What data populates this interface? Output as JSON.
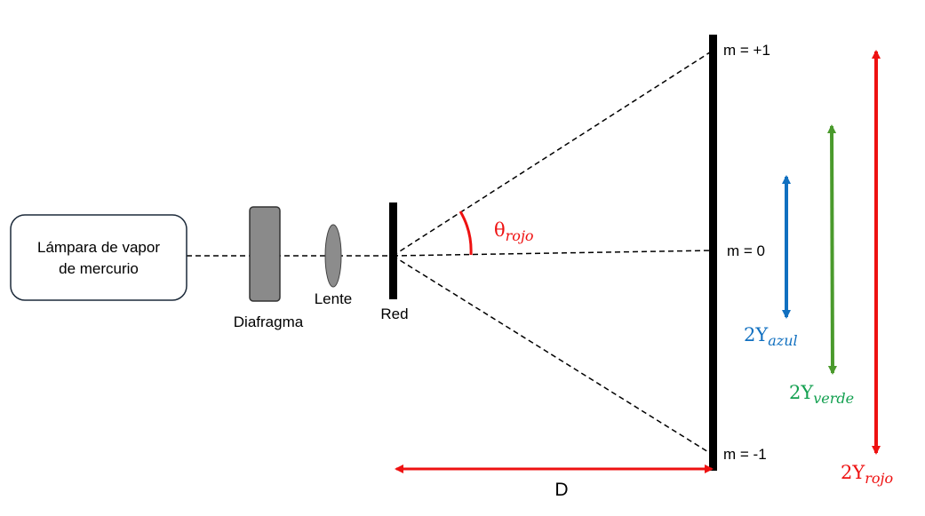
{
  "components": {
    "lamp_line1": "Lámpara de vapor",
    "lamp_line2": "de mercurio",
    "diaphragm": "Diafragma",
    "lens": "Lente",
    "grating": "Red"
  },
  "orders": {
    "plus_one": "m = +1",
    "zero": "m = 0",
    "minus_one": "m = -1"
  },
  "angle": {
    "symbol": "θ",
    "subscript": "rojo"
  },
  "distance": {
    "label": "D"
  },
  "separations": {
    "blue": {
      "prefix": "2Y",
      "subscript": "azul"
    },
    "green": {
      "prefix": "2Y",
      "subscript": "verde"
    },
    "red": {
      "prefix": "2Y",
      "subscript": "rojo"
    }
  },
  "colors": {
    "red": "#ee1111",
    "blue": "#1170c0",
    "green": "#4a9a2c",
    "green_label": "#13a050",
    "diaphragm_fill": "#8a8a8a",
    "lens_fill": "#8c8c8c"
  }
}
